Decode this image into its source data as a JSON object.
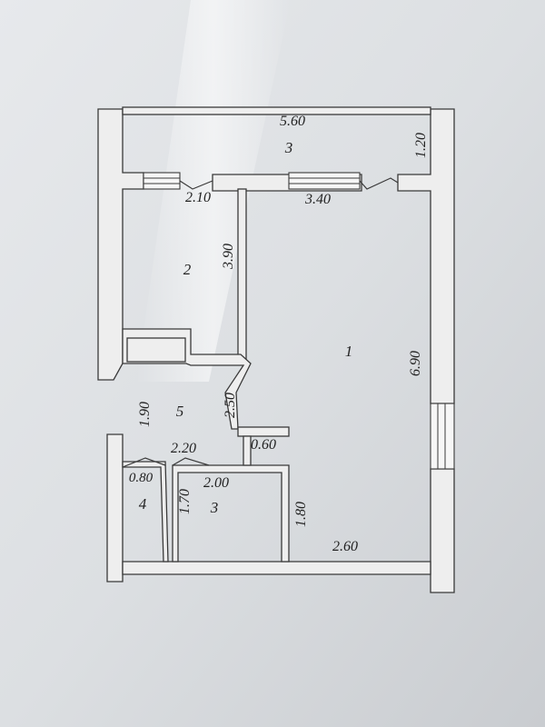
{
  "plan": {
    "rooms": [
      {
        "id": "1",
        "label": "1"
      },
      {
        "id": "2",
        "label": "2"
      },
      {
        "id": "3-balcony",
        "label": "3"
      },
      {
        "id": "3-bath",
        "label": "3"
      },
      {
        "id": "4",
        "label": "4"
      },
      {
        "id": "5",
        "label": "5"
      }
    ],
    "dimensions": [
      "5.60",
      "1.20",
      "2.10",
      "3.40",
      "3.90",
      "6.90",
      "2.50",
      "1.90",
      "2.20",
      "0.60",
      "0.80",
      "2.00",
      "1.70",
      "1.80",
      "2.60"
    ]
  }
}
